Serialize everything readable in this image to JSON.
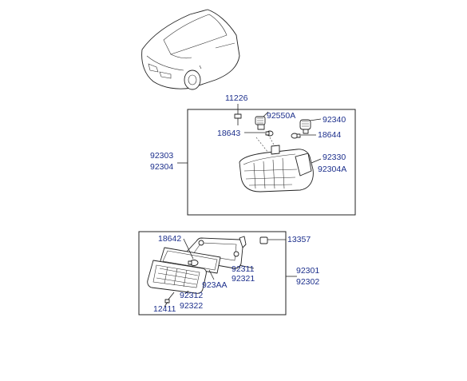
{
  "labels": {
    "p11226": "11226",
    "p92550A": "92550A",
    "p92340": "92340",
    "p18643": "18643",
    "p18644": "18644",
    "p92303": "92303",
    "p92304": "92304",
    "p92330": "92330",
    "p92304A": "92304A",
    "p18642": "18642",
    "p13357": "13357",
    "p92311": "92311",
    "p92321": "92321",
    "p92301": "92301",
    "p92302": "92302",
    "p923AA": "923AA",
    "p92312": "92312",
    "p92322": "92322",
    "p12411": "12411"
  },
  "colors": {
    "label": "#1c2f8c",
    "line": "#222222"
  }
}
